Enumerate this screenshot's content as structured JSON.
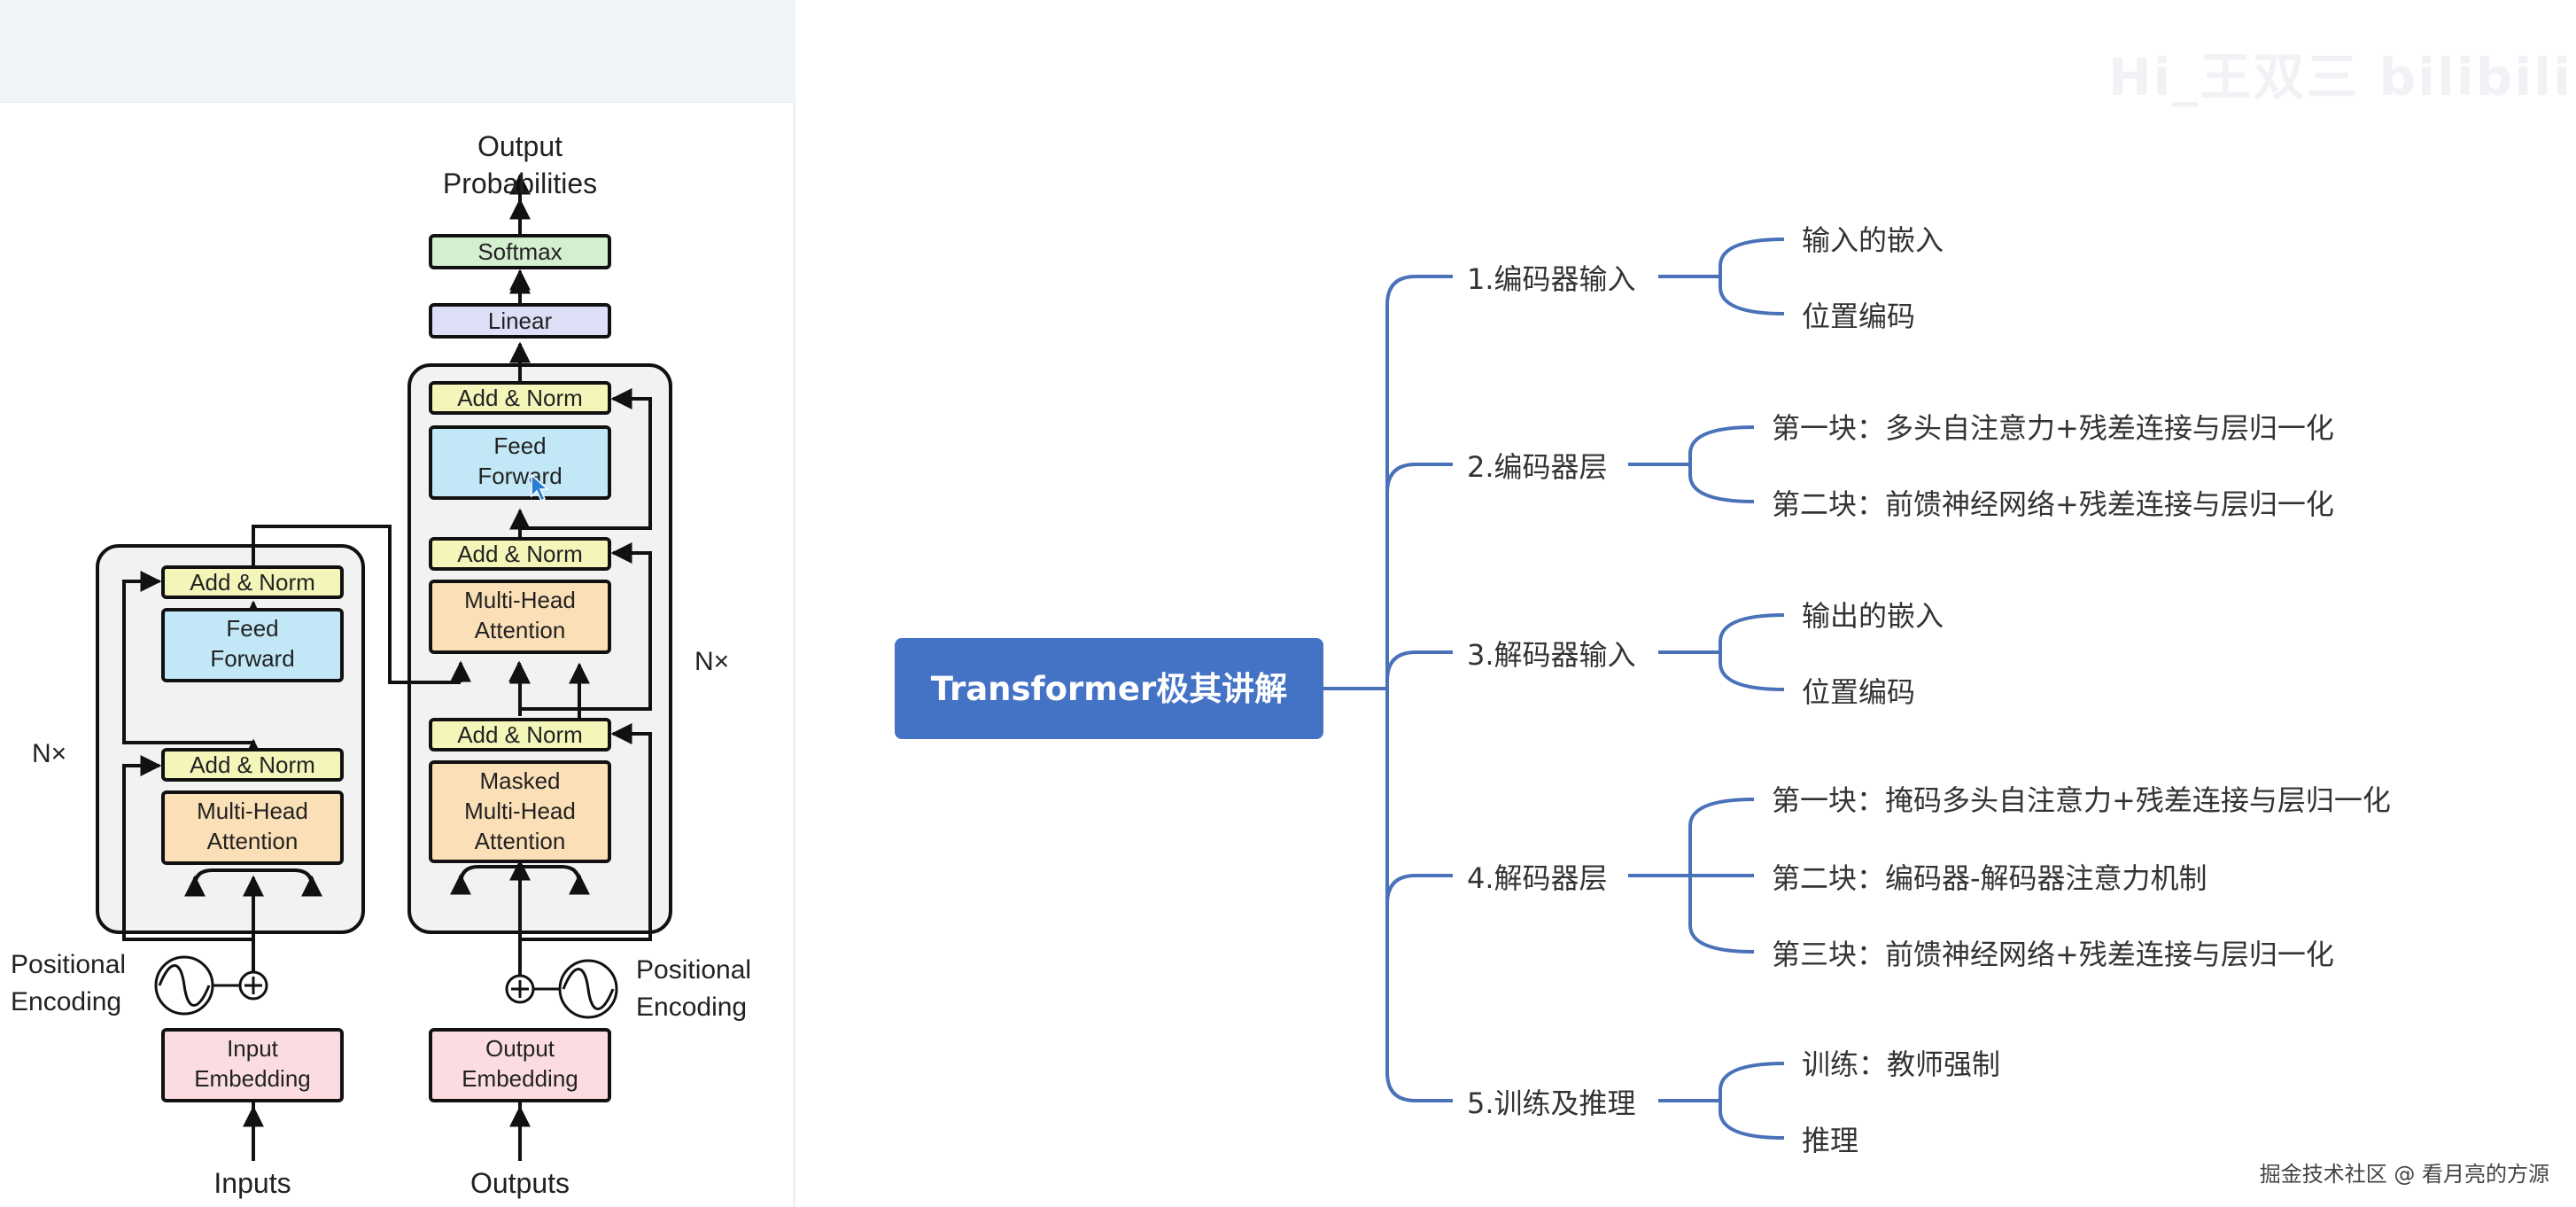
{
  "architecture": {
    "output_probabilities": [
      "Output",
      "Probabilities"
    ],
    "softmax": "Softmax",
    "linear": "Linear",
    "add_norm": "Add & Norm",
    "feed_forward": [
      "Feed",
      "Forward"
    ],
    "multi_head_attention": [
      "Multi-Head",
      "Attention"
    ],
    "masked_multi_head_attention": [
      "Masked",
      "Multi-Head",
      "Attention"
    ],
    "nx": "N×",
    "positional_encoding": [
      "Positional",
      "Encoding"
    ],
    "input_embedding": [
      "Input",
      "Embedding"
    ],
    "output_embedding": [
      "Output",
      "Embedding"
    ],
    "inputs": "Inputs",
    "outputs": "Outputs",
    "colors": {
      "add_norm": "#f3f5b9",
      "feed_forward": "#c2e8f7",
      "attention": "#fbdfb6",
      "embedding": "#fbdde1",
      "softmax": "#d4efd0",
      "linear": "#dcdff6",
      "stack_bg": "#f2f2f2"
    }
  },
  "mindmap": {
    "root": "Transformer极其讲解",
    "root_color": "#4472c4",
    "line_color": "#4a72b8",
    "branches": [
      {
        "label": "1.编码器输入",
        "children": [
          "输入的嵌入",
          "位置编码"
        ]
      },
      {
        "label": "2.编码器层",
        "children": [
          "第一块：多头自注意力+残差连接与层归一化",
          "第二块：前馈神经网络+残差连接与层归一化"
        ]
      },
      {
        "label": "3.解码器输入",
        "children": [
          "输出的嵌入",
          "位置编码"
        ]
      },
      {
        "label": "4.解码器层",
        "children": [
          "第一块：掩码多头自注意力+残差连接与层归一化",
          "第二块：编码器-解码器注意力机制",
          "第三块：前馈神经网络+残差连接与层归一化"
        ]
      },
      {
        "label": "5.训练及推理",
        "children": [
          "训练：教师强制",
          "推理"
        ]
      }
    ]
  },
  "watermark": {
    "bottom_right": "掘金技术社区 @ 看月亮的方源",
    "top_right": "Hi_王双三 bilibili"
  }
}
